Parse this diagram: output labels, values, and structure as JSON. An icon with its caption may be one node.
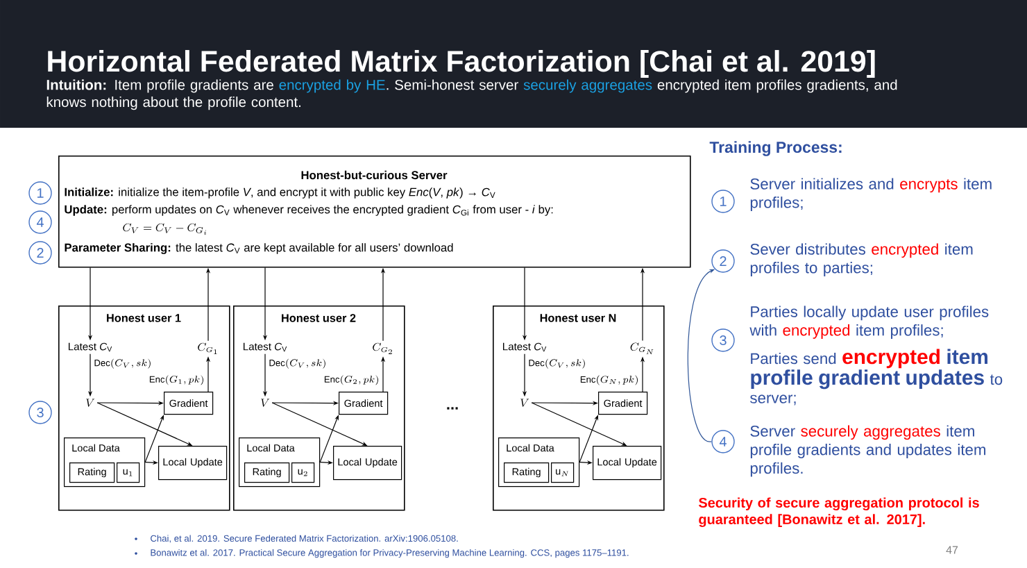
{
  "diagram": {
    "nodes": [
      {
        "text": [
          "Honest-but-curious Server",
          "**Initialize:** initialize the item-profile *V*, and encrypt it with public key *Enc*(*V*, *pk*) → *C*$_{V}$",
          "**Update:** perform updates on *C*$_{V}$ whenever receives the encrypted gradient *C*$_{Gi}$ from user - *i* by:",
          "C_V = C_V - C_{G_i}",
          "**Parameter Sharing:** the latest *C*$_{V}$ are kept available for all users’ download"
        ]
      },
      {
        "text": [
          "1"
        ]
      },
      {
        "text": [
          "4"
        ]
      },
      {
        "text": [
          "2"
        ]
      },
      {
        "text": [
          "3"
        ]
      },
      {
        "text": [
          "Honest user 1"
        ]
      },
      {
        "text": [
          "Latest *C*$_{V}$"
        ],
        "in": 5
      },
      {
        "text": [
          "C_{G_1}"
        ],
        "in": 5
      },
      {
        "text": [
          "V"
        ],
        "in": 5
      },
      {
        "text": [
          "Gradient"
        ],
        "in": 5
      },
      {
        "text": [
          "Local Data"
        ],
        "in": 5
      },
      {
        "text": [
          "Rating"
        ],
        "in": 10
      },
      {
        "text": [
          "\\mathrm{u}_1"
        ],
        "in": 10
      },
      {
        "text": [
          "Local Update"
        ],
        "in": 5
      },
      {
        "text": [
          "Honest user 2"
        ]
      },
      {
        "text": [
          "Latest *C*$_{V}$"
        ],
        "in": 14
      },
      {
        "text": [
          "C_{G_2}"
        ],
        "in": 14
      },
      {
        "text": [
          "V"
        ],
        "in": 14
      },
      {
        "text": [
          "Gradient"
        ],
        "in": 14
      },
      {
        "text": [
          "Local Data"
        ],
        "in": 14
      },
      {
        "text": [
          "Rating"
        ],
        "in": 19
      },
      {
        "text": [
          "\\mathrm{u}_2"
        ],
        "in": 19
      },
      {
        "text": [
          "Local Update"
        ],
        "in": 14
      },
      {
        "text": [
          "Honest user N"
        ]
      },
      {
        "text": [
          "Latest *C*$_{V}$"
        ],
        "in": 23
      },
      {
        "text": [
          "C_{G_N}"
        ],
        "in": 23
      },
      {
        "text": [
          "V"
        ],
        "in": 23
      },
      {
        "text": [
          "Gradient"
        ],
        "in": 23
      },
      {
        "text": [
          "Local Data"
        ],
        "in": 23
      },
      {
        "text": [
          "Rating"
        ],
        "in": 28
      },
      {
        "text": [
          "\\mathrm{u}_N"
        ],
        "in": 28
      },
      {
        "text": [
          "Local Update"
        ],
        "in": 23
      },
      {
        "text": [
          "1"
        ],
        "beside": [
          "Server initializes and *encrypts* item profiles;"
        ]
      },
      {
        "text": [
          "2"
        ],
        "beside": [
          "Sever distributes *encrypted* item profiles to parties;"
        ]
      },
      {
        "text": [
          "3"
        ],
        "beside": [
          "Parties locally update user profiles with *encrypted* item profiles;",
          "Parties send ***encrypted* item profile gradient updates** to server;"
        ]
      },
      {
        "text": [
          "4"
        ],
        "beside": [
          "Server *securely aggregates* item profile gradients and updates item profiles."
        ]
      }
    ],
    "edges": [
      {
        "from": 0,
        "to": 6,
        "arrow": "to"
      },
      {
        "from": 7,
        "to": 0,
        "arrow": "to"
      },
      {
        "from": 6,
        "to": 8,
        "arrow": "to",
        "label": "\\mathrm{Dec}(C_V, sk)"
      },
      {
        "from": 9,
        "to": 7,
        "arrow": "to",
        "label": "\\mathrm{Enc}(G_1, pk)"
      },
      {
        "from": 8,
        "to": 9,
        "arrow": "to"
      },
      {
        "from": 8,
        "to": 13,
        "arrow": "to"
      },
      {
        "from": 10,
        "to": 9,
        "arrow": "to"
      },
      {
        "from": 10,
        "to": 13,
        "arrow": "to"
      },
      {
        "from": 0,
        "to": 15,
        "arrow": "to"
      },
      {
        "from": 16,
        "to": 0,
        "arrow": "to"
      },
      {
        "from": 15,
        "to": 17,
        "arrow": "to",
        "label": "\\mathrm{Dec}(C_V, sk)"
      },
      {
        "from": 18,
        "to": 16,
        "arrow": "to",
        "label": "\\mathrm{Enc}(G_2, pk)"
      },
      {
        "from": 17,
        "to": 18,
        "arrow": "to"
      },
      {
        "from": 17,
        "to": 22,
        "arrow": "to"
      },
      {
        "from": 19,
        "to": 18,
        "arrow": "to"
      },
      {
        "from": 19,
        "to": 22,
        "arrow": "to"
      },
      {
        "from": 0,
        "to": 24,
        "arrow": "to"
      },
      {
        "from": 25,
        "to": 0,
        "arrow": "to"
      },
      {
        "from": 24,
        "to": 26,
        "arrow": "to",
        "label": "\\mathrm{Dec}(C_V, sk)"
      },
      {
        "from": 27,
        "to": 25,
        "arrow": "to",
        "label": "\\mathrm{Enc}(G_N, pk)"
      },
      {
        "from": 26,
        "to": 27,
        "arrow": "to"
      },
      {
        "from": 26,
        "to": 31,
        "arrow": "to"
      },
      {
        "from": 28,
        "to": 27,
        "arrow": "to"
      },
      {
        "from": 28,
        "to": 31,
        "arrow": "to"
      },
      {
        "from": 35,
        "to": 33,
        "arrow": "to",
        "color": "#2f5597"
      }
    ],
    "labels": [
      "Horizontal Federated Matrix Factorization [Chai et al. 2019]",
      "**Intuition:** Item profile gradients are *encrypted by HE*. Semi-honest server *securely aggregates* encrypted item profiles gradients, and knows nothing about the profile content.",
      "...",
      "Training Process:",
      "Security of secure aggregation protocol is guaranteed [Bonawitz et al. 2017].",
      "Chai, et al. 2019. Secure Federated Matrix Factorization. arXiv:1906.05108.",
      "Bonawitz et al. 2017. Practical Secure Aggregation for Privacy-Preserving Machine Learning. CCS, pages 1175–1191.",
      "47"
    ]
  }
}
